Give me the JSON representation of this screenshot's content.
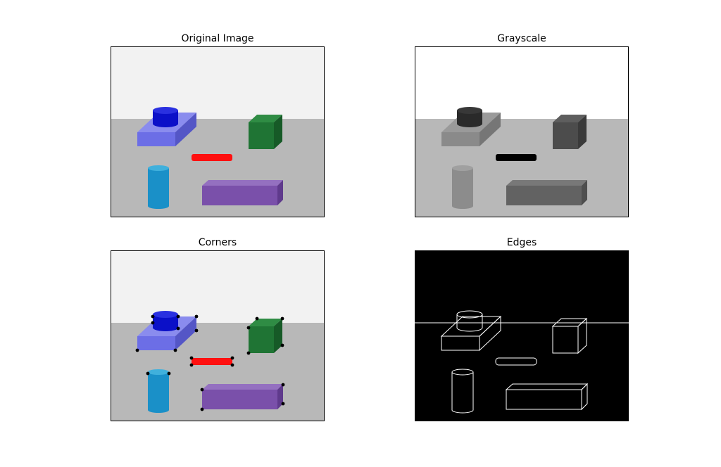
{
  "panels": [
    {
      "id": "original",
      "title": "Original Image"
    },
    {
      "id": "grayscale",
      "title": "Grayscale"
    },
    {
      "id": "corners",
      "title": "Corners"
    },
    {
      "id": "edges",
      "title": "Edges"
    }
  ],
  "colors": {
    "sky": "#f2f2f2",
    "floor": "#b8b8b8",
    "frame": "#000000",
    "slab_front": "#6c6ee6",
    "slab_top": "#8a8cee",
    "slab_side": "#5456c6",
    "puck": "#0b10c8",
    "puck_top": "#2a30e0",
    "cube_front": "#1f7434",
    "cube_side": "#165a27",
    "cube_top": "#2f8c44",
    "rod": "#ff1010",
    "cylinder": "#1a90c8",
    "cylinder_top": "#40b0dc",
    "box_front": "#7a50aa",
    "box_top": "#9470c0",
    "box_side": "#5f3a8c",
    "corner_dot": "#000000",
    "edge_bg": "#000000",
    "edge_line": "#ffffff"
  },
  "gray_colors": {
    "sky": "#ffffff",
    "floor": "#b8b8b8",
    "slab_front": "#8a8a8a",
    "slab_top": "#9a9a9a",
    "slab_side": "#767676",
    "puck": "#2a2a2a",
    "puck_top": "#383838",
    "cube_front": "#4c4c4c",
    "cube_side": "#3a3a3a",
    "cube_top": "#5e5e5e",
    "rod": "#000000",
    "cylinder": "#8c8c8c",
    "cylinder_top": "#a0a0a0",
    "box_front": "#626262",
    "box_top": "#787878",
    "box_side": "#4e4e4e"
  }
}
